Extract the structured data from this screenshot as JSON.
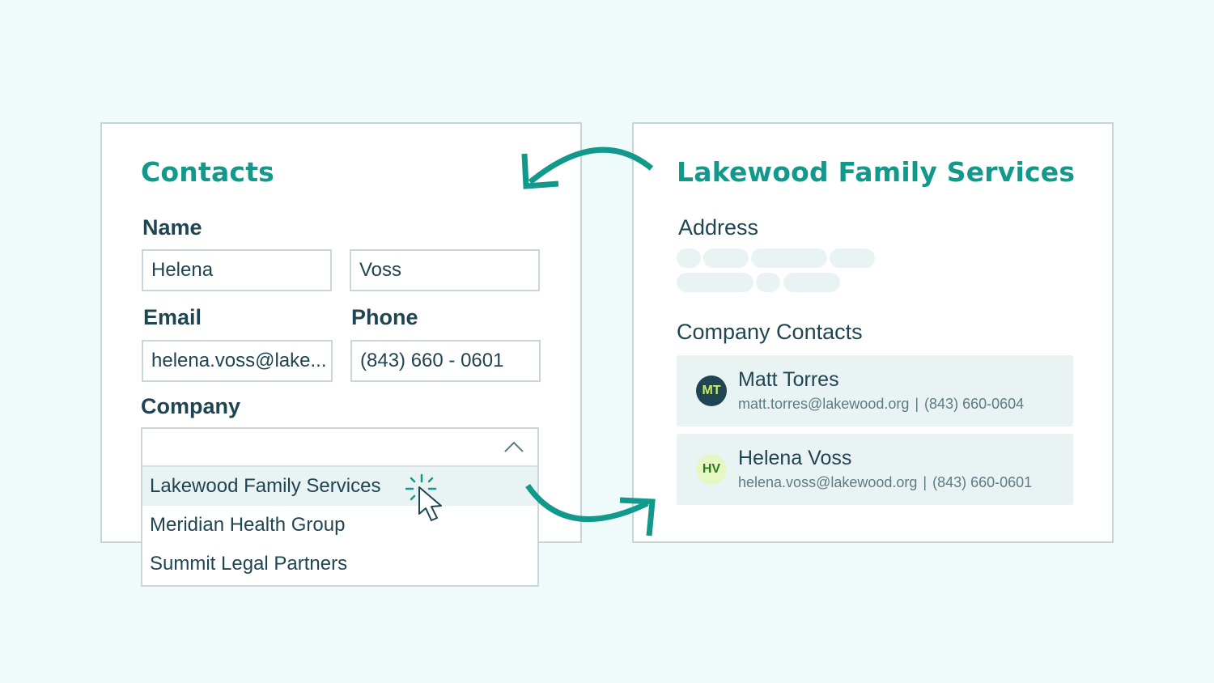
{
  "left_panel": {
    "title": "Contacts",
    "name_label": "Name",
    "first_name": "Helena",
    "last_name": "Voss",
    "email_label": "Email",
    "email_value": "helena.voss@lake...",
    "phone_label": "Phone",
    "phone_value": "(843) 660 - 0601",
    "company_label": "Company",
    "company_value": "",
    "company_options": [
      {
        "label": "Lakewood Family Services",
        "highlighted": true
      },
      {
        "label": "Meridian Health Group",
        "highlighted": false
      },
      {
        "label": "Summit Legal Partners",
        "highlighted": false
      }
    ]
  },
  "right_panel": {
    "title": "Lakewood Family Services",
    "address_label": "Address",
    "contacts_label": "Company Contacts",
    "contacts": [
      {
        "initials": "MT",
        "name": "Matt Torres",
        "email": "matt.torres@lakewood.org",
        "phone": "(843) 660-0604",
        "avatar_bg": "#1f4452",
        "avatar_fg": "#c9ec6a"
      },
      {
        "initials": "HV",
        "name": "Helena Voss",
        "email": "helena.voss@lakewood.org",
        "phone": "(843) 660-0601",
        "avatar_bg": "#e6f7c4",
        "avatar_fg": "#2d7a1e"
      }
    ],
    "separator": "|"
  },
  "colors": {
    "accent": "#12998c",
    "background": "#effbfb",
    "text": "#1f4452",
    "card": "#eaf3f3"
  }
}
